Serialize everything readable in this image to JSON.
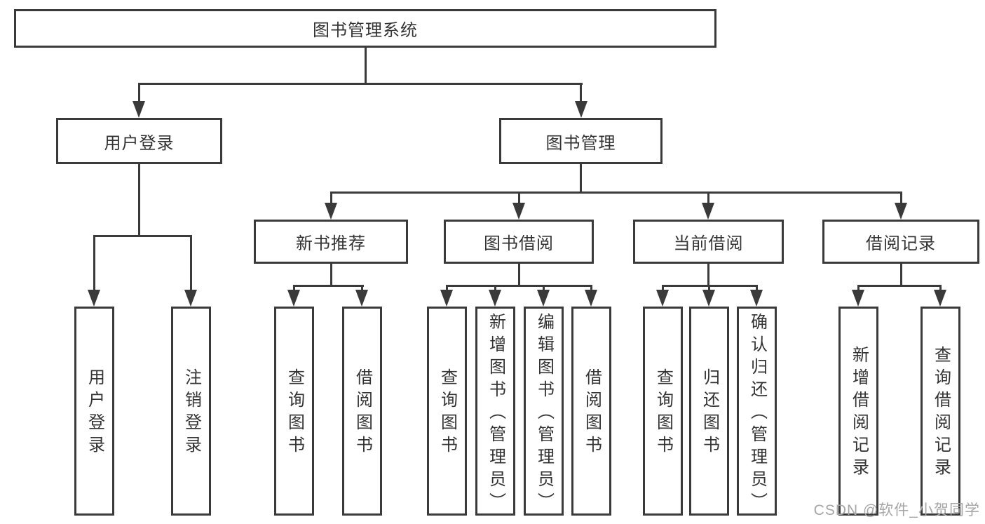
{
  "diagram": {
    "root": {
      "label": "图书管理系统"
    },
    "level2": [
      {
        "label": "用户登录"
      },
      {
        "label": "图书管理"
      }
    ],
    "level3": [
      {
        "label": "新书推荐"
      },
      {
        "label": "图书借阅"
      },
      {
        "label": "当前借阅"
      },
      {
        "label": "借阅记录"
      }
    ],
    "leaves": {
      "user": [
        {
          "label": "用户登录"
        },
        {
          "label": "注销登录"
        }
      ],
      "recommend": [
        {
          "label": "查询图书"
        },
        {
          "label": "借阅图书"
        }
      ],
      "borrow": [
        {
          "label": "查询图书"
        },
        {
          "label": "新增图书（管理员）"
        },
        {
          "label": "编辑图书（管理员）"
        },
        {
          "label": "借阅图书"
        }
      ],
      "current": [
        {
          "label": "查询图书"
        },
        {
          "label": "归还图书"
        },
        {
          "label": "确认归还（管理员）"
        }
      ],
      "records": [
        {
          "label": "新增借阅记录"
        },
        {
          "label": "查询借阅记录"
        }
      ]
    },
    "watermark": "CSDN @软件_小贺同学",
    "colors": {
      "line": "#3a3a3a",
      "text": "#333333",
      "watermark": "#a6a6a6",
      "background": "#ffffff"
    }
  }
}
